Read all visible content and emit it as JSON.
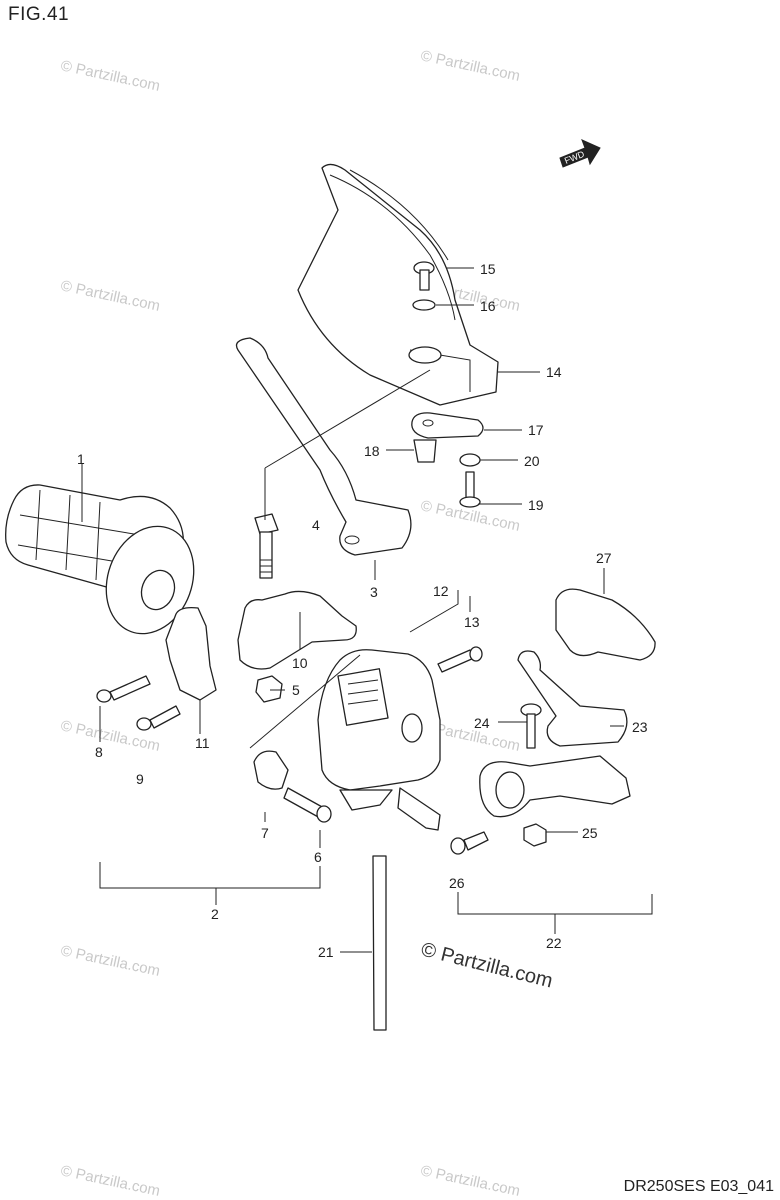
{
  "figure": {
    "title": "FIG.41",
    "code": "DR250SES E03_041",
    "fwd_label": "FWD"
  },
  "watermark": {
    "text": "© Partzilla.com",
    "prominent": "© Partzilla.com"
  },
  "callouts": {
    "p1": "1",
    "p2": "2",
    "p3": "3",
    "p4": "4",
    "p5": "5",
    "p6": "6",
    "p7": "7",
    "p8": "8",
    "p9": "9",
    "p10": "10",
    "p11": "11",
    "p12": "12",
    "p13": "13",
    "p14": "14",
    "p15": "15",
    "p16": "16",
    "p17": "17",
    "p18": "18",
    "p19": "19",
    "p20": "20",
    "p21": "21",
    "p22": "22",
    "p23": "23",
    "p24": "24",
    "p25": "25",
    "p26": "26",
    "p27": "27"
  }
}
